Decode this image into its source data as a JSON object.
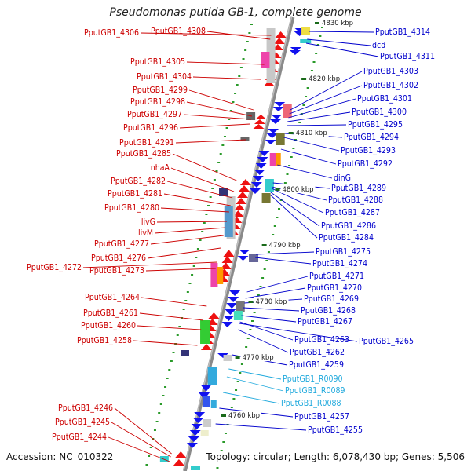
{
  "title": "Pseudomonas putida GB-1, complete genome",
  "footer": {
    "accession": "Accession: NC_010322",
    "summary": "Topology: circular; Length: 6,078,430 bp; Genes: 5,506"
  },
  "colors": {
    "forward_gene": "#ee1111",
    "reverse_gene": "#1111ee",
    "backbone": "#888888",
    "left_label": "#cc0000",
    "right_label": "#0000cc",
    "rna_label": "#22aadd"
  },
  "ticks": [
    "4830 kbp",
    "4820 kbp",
    "4810 kbp",
    "4800 kbp",
    "4790 kbp",
    "4780 kbp",
    "4770 kbp",
    "4760 kbp"
  ],
  "left_labels": [
    "PputGB1_4306",
    "PputGB1_4308",
    "PputGB1_4305",
    "PputGB1_4304",
    "PputGB1_4299",
    "PputGB1_4298",
    "PputGB1_4297",
    "PputGB1_4296",
    "PputGB1_4291",
    "PputGB1_4285",
    "nhaA",
    "PputGB1_4282",
    "PputGB1_4281",
    "PputGB1_4280",
    "livG",
    "livM",
    "PputGB1_4277",
    "PputGB1_4276",
    "PputGB1_4272",
    "PputGB1_4273",
    "PputGB1_4264",
    "PputGB1_4261",
    "PputGB1_4260",
    "PputGB1_4258",
    "PputGB1_4246",
    "PputGB1_4245",
    "PputGB1_4244"
  ],
  "right_labels": [
    "PputGB1_4314",
    "dcd",
    "PputGB1_4311",
    "PputGB1_4303",
    "PputGB1_4302",
    "PputGB1_4301",
    "PputGB1_4300",
    "PputGB1_4295",
    "PputGB1_4294",
    "PputGB1_4293",
    "PputGB1_4292",
    "dinG",
    "PputGB1_4289",
    "PputGB1_4288",
    "PputGB1_4287",
    "PputGB1_4286",
    "PputGB1_4284",
    "PputGB1_4275",
    "PputGB1_4274",
    "PputGB1_4271",
    "PputGB1_4270",
    "PputGB1_4269",
    "PputGB1_4268",
    "PputGB1_4267",
    "PputGB1_4263",
    "PputGB1_4265",
    "PputGB1_4262",
    "PputGB1_4259",
    "PputGB1_R0090",
    "PputGB1_R0089",
    "PputGB1_R0088",
    "PputGB1_4257",
    "PputGB1_4255"
  ]
}
